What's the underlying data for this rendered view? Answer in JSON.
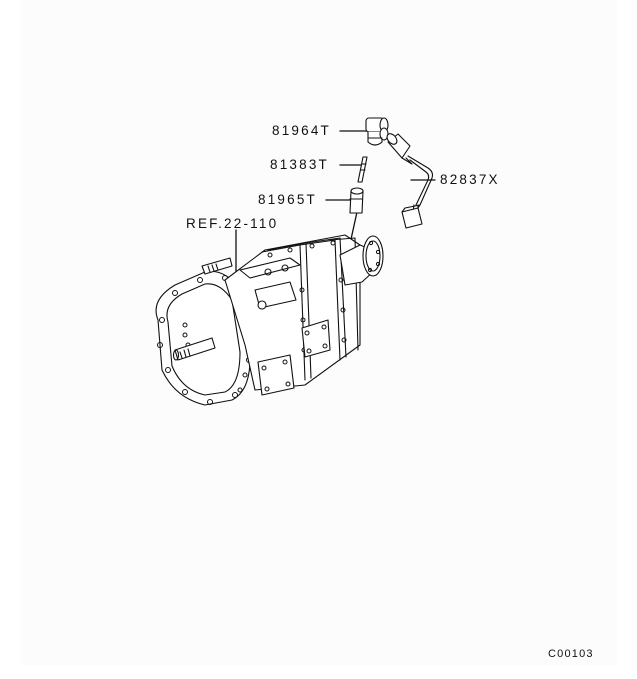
{
  "diagram": {
    "type": "exploded parts illustration",
    "subject": "manual transmission assembly with speedometer sensor parts",
    "callouts": [
      {
        "id": "c1",
        "label": "81964T",
        "part": "elbow adapter"
      },
      {
        "id": "c2",
        "label": "81383T",
        "part": "pin / shaft"
      },
      {
        "id": "c3",
        "label": "81965T",
        "part": "sleeve / bushing"
      },
      {
        "id": "c4",
        "label": "82837X",
        "part": "sensor with harness and connector"
      },
      {
        "id": "c5",
        "label": "REF.22-110",
        "part": "transmission assembly reference"
      }
    ],
    "figure_code": "C00103"
  },
  "colors": {
    "line": "#111111",
    "background": "#ffffff",
    "panel": "#fcfcfc"
  }
}
